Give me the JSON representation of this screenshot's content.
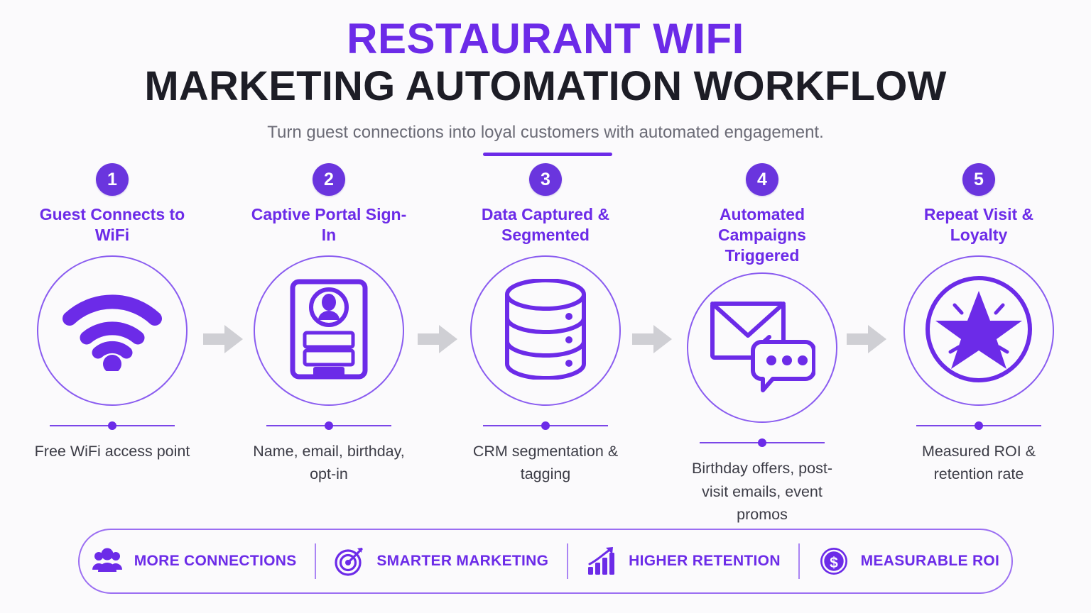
{
  "header": {
    "title_line1": "Restaurant WiFi",
    "title_line2": "Marketing Automation Workflow",
    "subtitle": "Turn guest connections into loyal customers with automated engagement.",
    "accent_color": "#6C2BE8"
  },
  "colors": {
    "primary_purple": "#6C2BE8",
    "number_circle": "#6A35DE",
    "circle_outline": "#8a5cf0",
    "title_dark": "#1d1d26",
    "subtitle_gray": "#6b6b76",
    "caption_gray": "#3c3c46",
    "arrow_gray": "#cfcfd4",
    "background": "#fbfafc"
  },
  "steps": [
    {
      "number": "1",
      "title": "Guest Connects to WiFi",
      "caption": "Free WiFi access point",
      "icon": "wifi-signal-icon"
    },
    {
      "number": "2",
      "title": "Captive Portal Sign-In",
      "caption": "Name, email, birthday, opt-in",
      "icon": "signin-form-icon"
    },
    {
      "number": "3",
      "title": "Data Captured & Segmented",
      "caption": "CRM segmentation & tagging",
      "icon": "database-icon"
    },
    {
      "number": "4",
      "title": "Automated Campaigns Triggered",
      "caption": "Birthday offers, post-visit emails, event promos",
      "icon": "email-chat-icon"
    },
    {
      "number": "5",
      "title": "Repeat Visit & Loyalty",
      "caption": "Measured ROI & retention rate",
      "icon": "star-loyalty-icon"
    }
  ],
  "arrows": [
    {
      "name": "arrow-step1-to-step2"
    },
    {
      "name": "arrow-step2-to-step3"
    },
    {
      "name": "arrow-step3-to-step4"
    },
    {
      "name": "arrow-step4-to-step5"
    }
  ],
  "benefits": [
    {
      "label": "More Connections",
      "icon": "people-group-icon"
    },
    {
      "label": "Smarter Marketing",
      "icon": "target-dart-icon"
    },
    {
      "label": "Higher Retention",
      "icon": "bar-chart-growth-icon"
    },
    {
      "label": "Measurable ROI",
      "icon": "dollar-coin-icon"
    }
  ]
}
